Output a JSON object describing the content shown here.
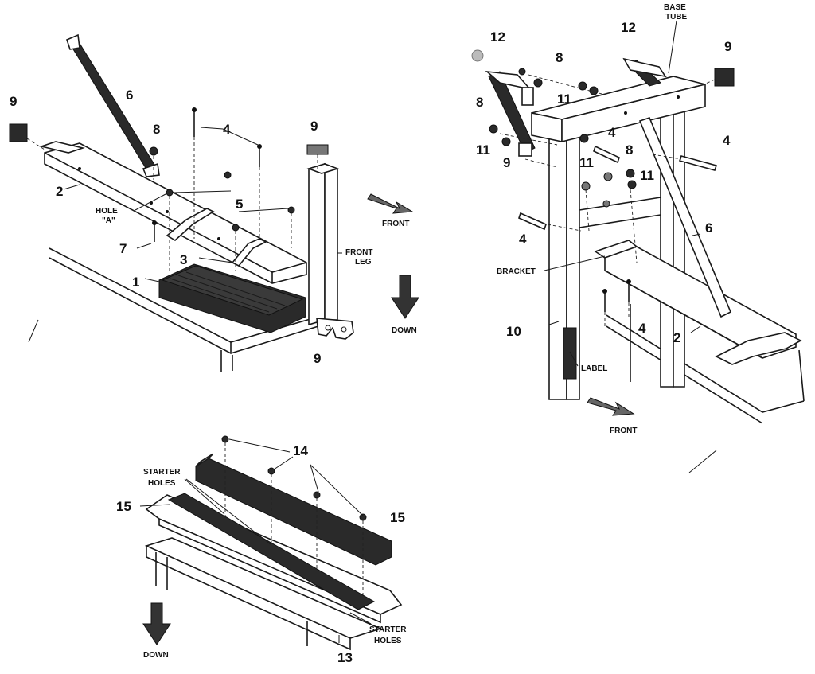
{
  "callouts": {
    "n1": "1",
    "n2a": "2",
    "n3": "3",
    "n4a": "4",
    "n5": "5",
    "n6a": "6",
    "n7": "7",
    "n8a": "8",
    "n9a": "9",
    "n9b": "9",
    "n9c": "9",
    "n12a": "12",
    "n12b": "12",
    "n9d": "9",
    "n9e": "9",
    "n8b": "8",
    "n8c": "8",
    "n8d": "8",
    "n11a": "11",
    "n11b": "11",
    "n11c": "11",
    "n11d": "11",
    "n4b": "4",
    "n4c": "4",
    "n4d": "4",
    "n4e": "4",
    "n6b": "6",
    "n2b": "2",
    "n10": "10",
    "n14": "14",
    "n15a": "15",
    "n15b": "15",
    "n13": "13"
  },
  "labels": {
    "hole_line1": "HOLE",
    "hole_line2": "\"A\"",
    "front_a": "FRONT",
    "front_leg_line1": "FRONT",
    "front_leg_line2": "LEG",
    "down_a": "DOWN",
    "base_tube_line1": "BASE",
    "base_tube_line2": "TUBE",
    "bracket": "BRACKET",
    "label": "LABEL",
    "front_b": "FRONT",
    "starter_holes_a_line1": "STARTER",
    "starter_holes_a_line2": "HOLES",
    "starter_holes_b_line1": "STARTER",
    "starter_holes_b_line2": "HOLES",
    "down_b": "DOWN"
  }
}
